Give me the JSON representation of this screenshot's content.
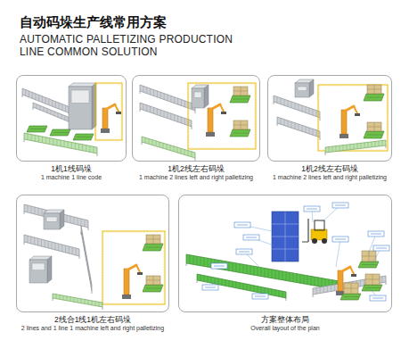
{
  "diagram": {
    "title": "自动码垛生产线常用方案",
    "nodes": [
      {
        "text": [
          "1机1线码垛",
          "1 machine 1 line code"
        ]
      },
      {
        "text": [
          "1机2线左右码垛",
          "1 machine 2 lines left and right palletizing"
        ]
      },
      {
        "text": [
          "1机2线左右码垛",
          "1 machine 2 lines left and right palletizing"
        ]
      },
      {
        "text": [
          "2线合1线1机左右码垛",
          "2 lines and 1 line 1 machine left and right palletizing"
        ]
      },
      {
        "text": [
          "方案整体布局",
          "Overall layout of the plan"
        ]
      }
    ],
    "labels": [
      "AUTOMATIC PALLETIZING PRODUCTION LINE COMMON SOLUTION"
    ]
  }
}
